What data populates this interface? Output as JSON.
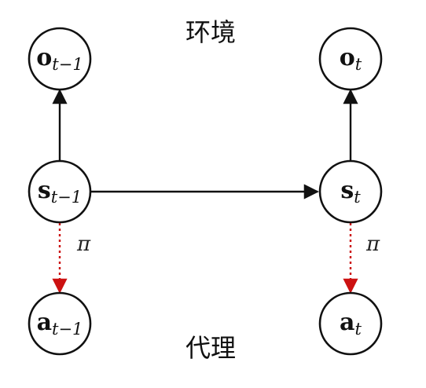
{
  "labels": {
    "environment": "环境",
    "agent": "代理"
  },
  "nodes": {
    "o_prev": {
      "main": "o",
      "sub": "t−1"
    },
    "o_curr": {
      "main": "o",
      "sub": "t"
    },
    "s_prev": {
      "main": "s",
      "sub": "t−1"
    },
    "s_curr": {
      "main": "s",
      "sub": "t"
    },
    "a_prev": {
      "main": "a",
      "sub": "t−1"
    },
    "a_curr": {
      "main": "a",
      "sub": "t"
    }
  },
  "policy": {
    "symbol_left": "π",
    "symbol_right": "π"
  },
  "colors": {
    "node_stroke": "#111111",
    "solid_edge": "#111111",
    "policy_edge": "#cc1111"
  }
}
